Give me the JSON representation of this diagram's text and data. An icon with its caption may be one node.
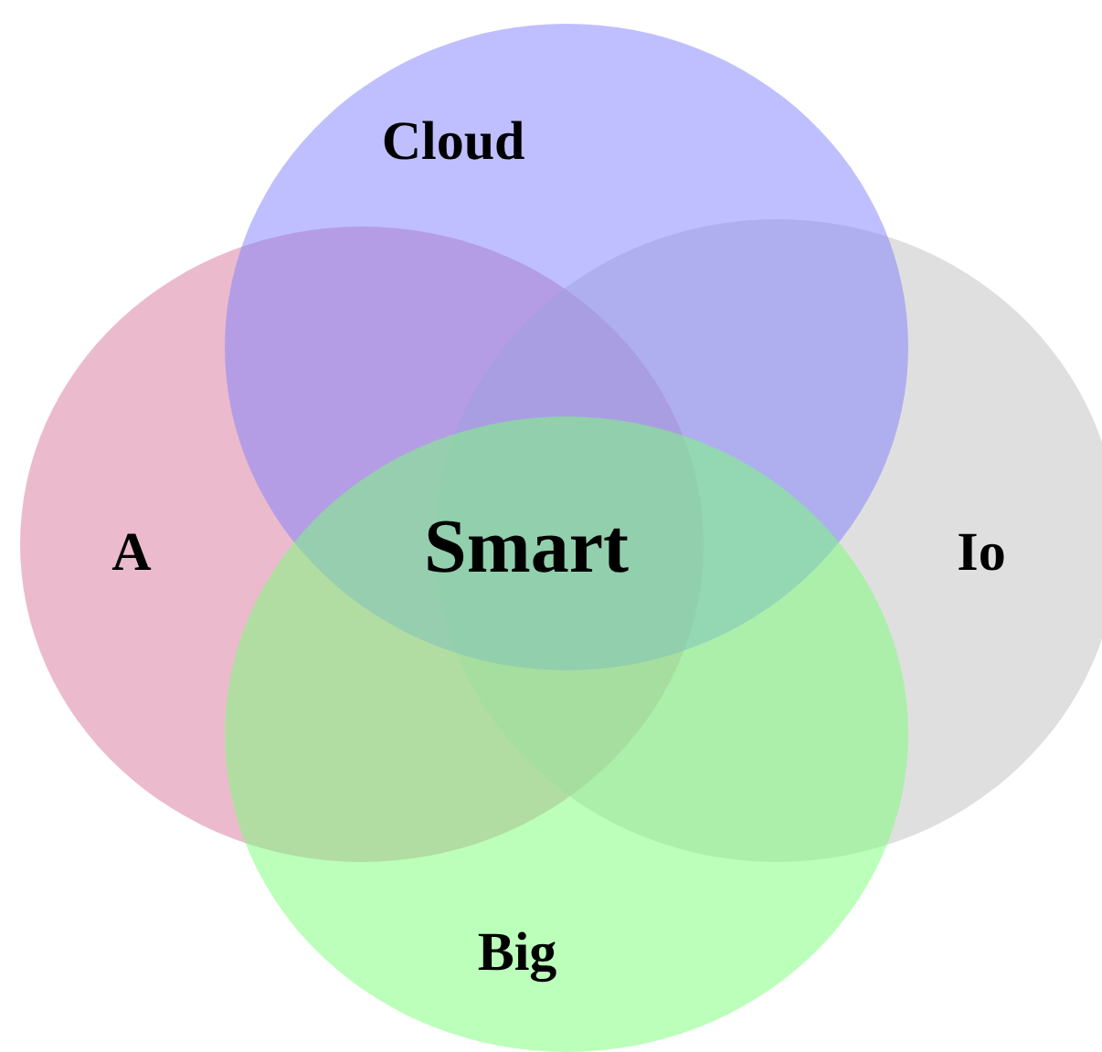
{
  "diagram": {
    "nodes": [
      {
        "text": [
          "Cloud"
        ]
      },
      {
        "text": [
          "A"
        ]
      },
      {
        "text": [
          "Io"
        ]
      },
      {
        "text": [
          "Big"
        ]
      }
    ],
    "labels": [
      "Smart"
    ]
  }
}
